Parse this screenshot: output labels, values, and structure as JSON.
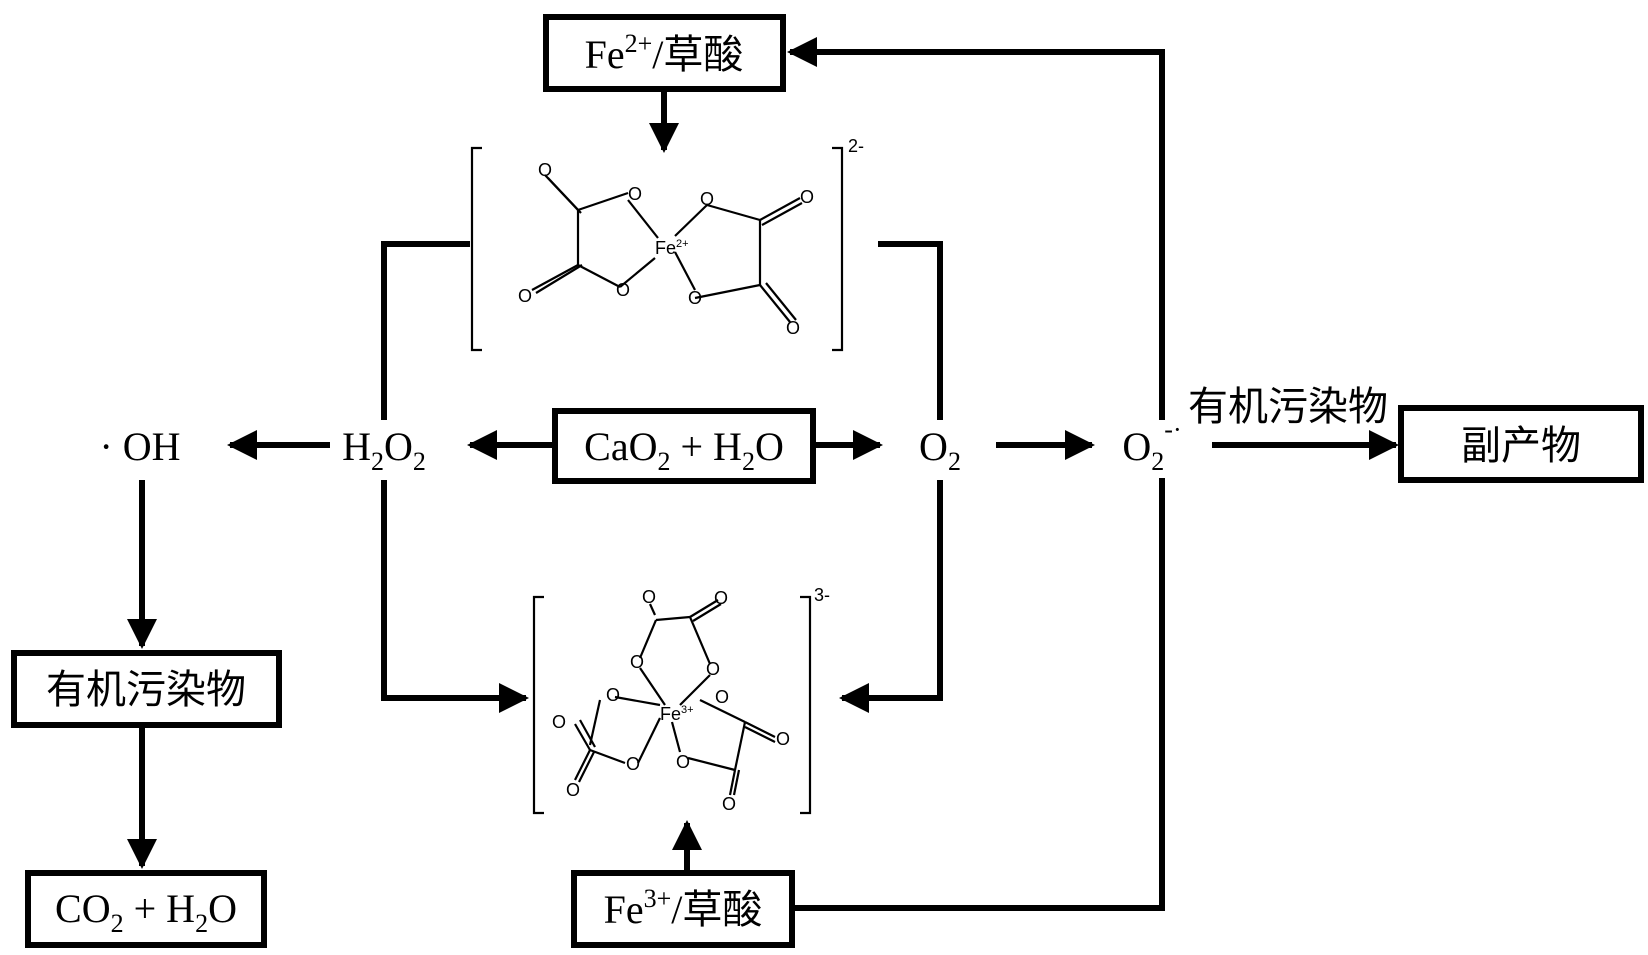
{
  "nodes": {
    "fe2_box": {
      "main": "Fe",
      "sup": "2+",
      "tail": "/草酸"
    },
    "fe3_box": {
      "main": "Fe",
      "sup": "3+",
      "tail": "/草酸"
    },
    "cao2_box": {
      "a": "CaO",
      "a_sub": "2",
      "b": " + H",
      "b_sub": "2",
      "c": "O"
    },
    "h2o2": {
      "a": "H",
      "a_sub": "2",
      "b": "O",
      "b_sub": "2"
    },
    "o2": {
      "a": "O",
      "a_sub": "2"
    },
    "superoxide": {
      "a": "O",
      "a_sub": "2",
      "sup": "-·"
    },
    "oh_radical": {
      "text": "· OH"
    },
    "pollutant_box_left": {
      "text": "有机污染物"
    },
    "pollutant_label_right": {
      "text": "有机污染物"
    },
    "byproduct_box": {
      "text": "副产物"
    },
    "co2_box": {
      "a": "CO",
      "a_sub": "2",
      "b": " + H",
      "b_sub": "2",
      "c": "O"
    }
  },
  "complexes": {
    "fe2_complex": {
      "center": "Fe",
      "center_sup": "2+",
      "charge": "2-",
      "o": "O"
    },
    "fe3_complex": {
      "center": "Fe",
      "center_sup": "3+",
      "charge": "3-",
      "o": "O"
    }
  },
  "colors": {
    "ink": "#000000",
    "background": "#ffffff"
  }
}
